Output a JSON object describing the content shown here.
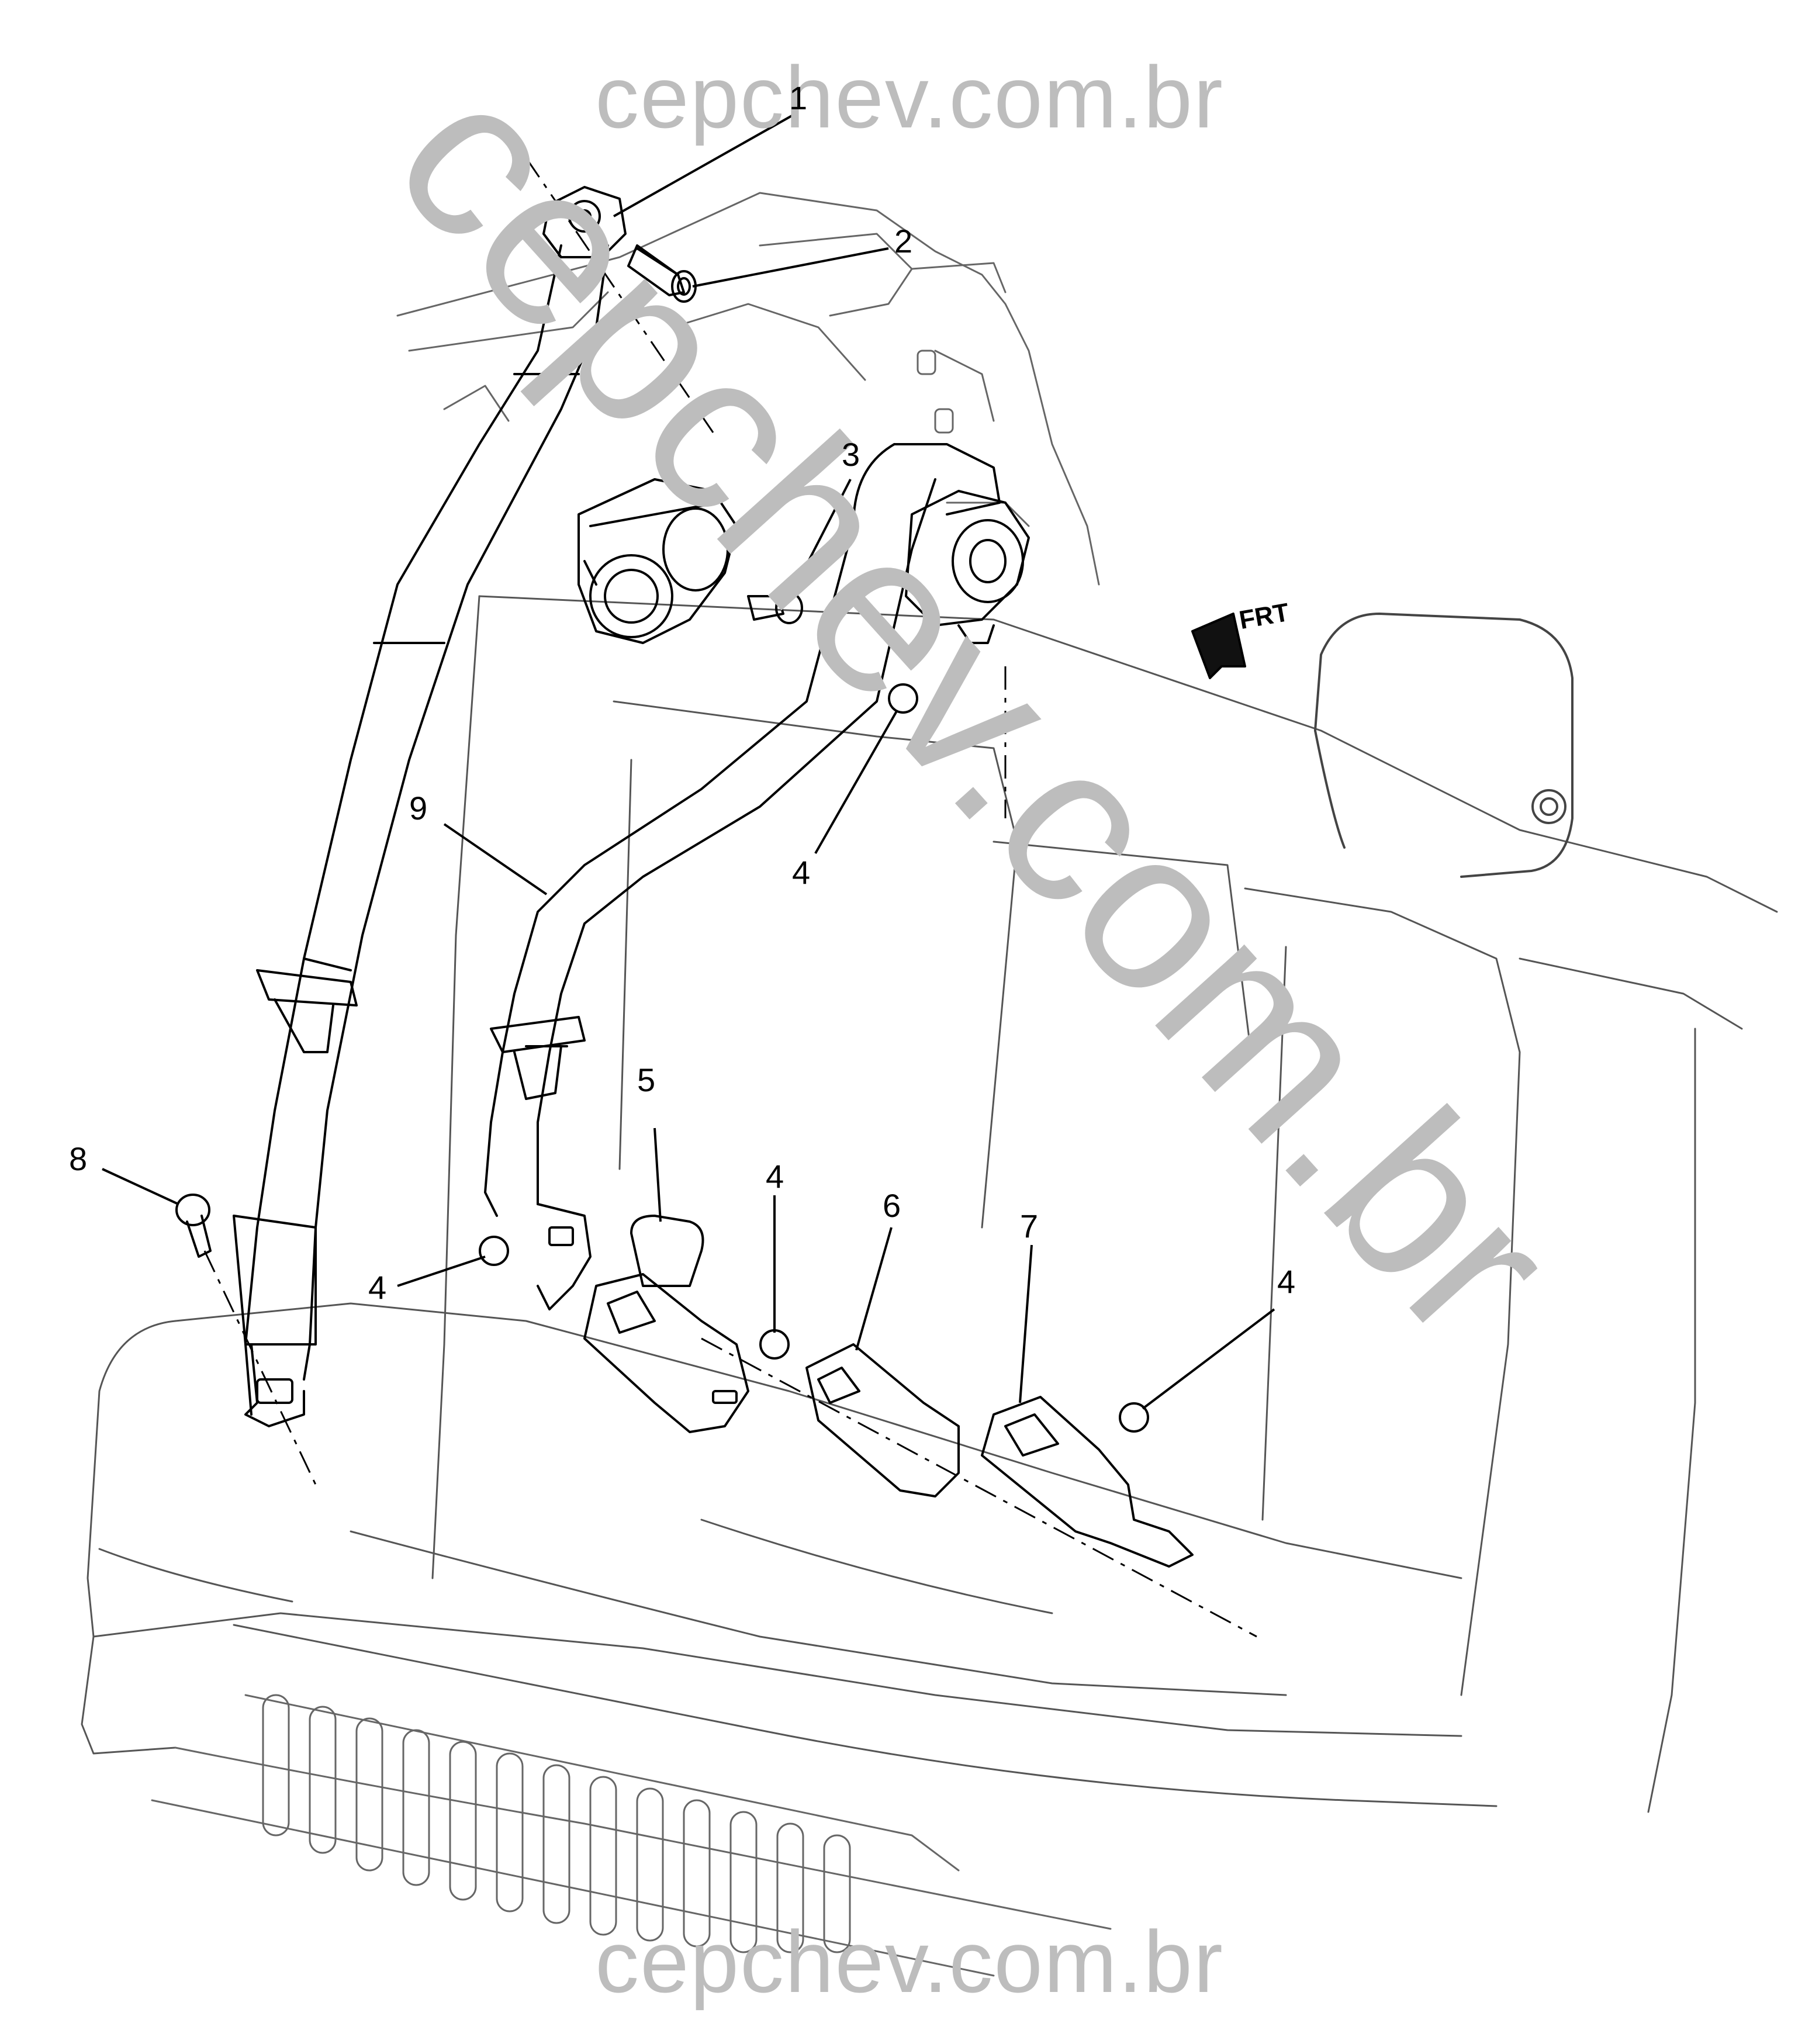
{
  "watermark": {
    "top": "cepchev.com.br",
    "diagonal": "cepchev.com.br",
    "bottom": "cepchev.com.br",
    "color": "#bdbdbd"
  },
  "direction_marker": {
    "label": "FRT",
    "icon": "front-arrow-icon"
  },
  "callouts": [
    "1",
    "2",
    "3",
    "4",
    "4",
    "4",
    "4",
    "5",
    "4",
    "6",
    "7",
    "8",
    "9"
  ]
}
